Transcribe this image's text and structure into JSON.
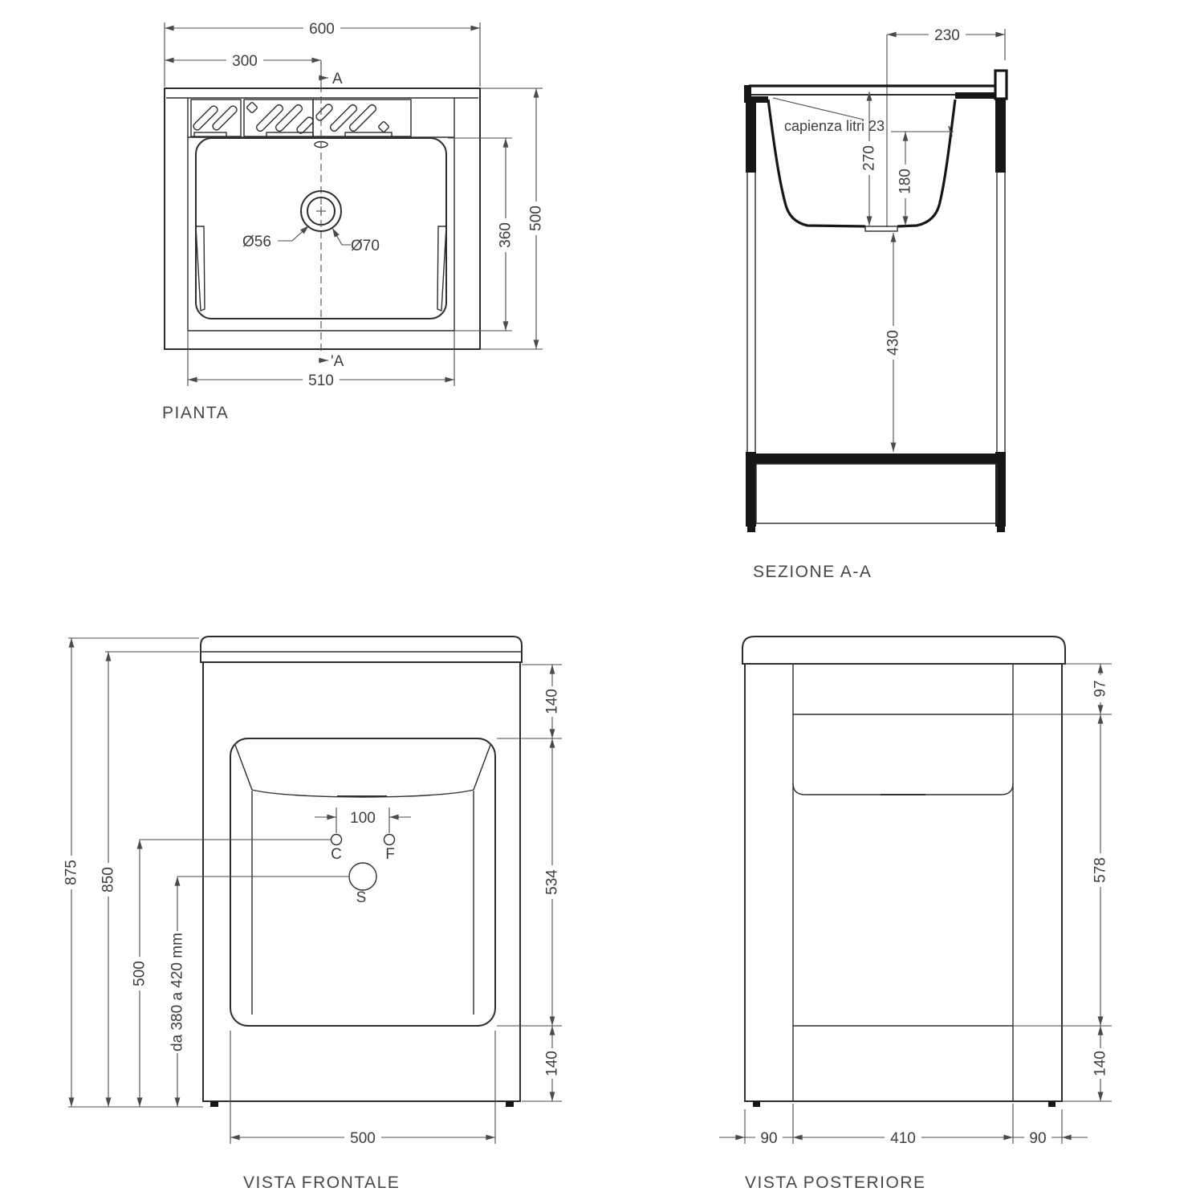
{
  "colors": {
    "line": "#2e2e2e",
    "dim_line": "#4a4a4a",
    "text": "#3d3d3d",
    "background": "#ffffff"
  },
  "views": {
    "pianta": {
      "label": "PIANTA",
      "section_arrow_top": "A",
      "section_arrow_bottom": "'A",
      "dims": {
        "total_width": "600",
        "half_width": "300",
        "total_depth": "500",
        "basin_depth": "360",
        "inner_width": "510",
        "drain_hole": "Ø56",
        "drain_flange": "Ø70"
      }
    },
    "sezione": {
      "label": "SEZIONE A-A",
      "capacity_note": "capienza litri 23",
      "dims": {
        "rim_offset": "230",
        "basin_height": "270",
        "inner_depth": "180",
        "under_clearance": "430"
      }
    },
    "frontale": {
      "label": "VISTA FRONTALE",
      "dims": {
        "total_height": "875",
        "body_height": "850",
        "tap_height": "500",
        "drain_height_range": "da 380 a 420 mm",
        "top_band": "140",
        "opening_height": "534",
        "bottom_band": "140",
        "opening_width": "500",
        "tap_spacing": "100"
      },
      "connections": {
        "cold": "C",
        "hot": "F",
        "drain": "S"
      }
    },
    "posteriore": {
      "label": "VISTA POSTERIORE",
      "dims": {
        "top_band": "97",
        "panel_height": "578",
        "bottom_band": "140",
        "left_offset": "90",
        "center_width": "410",
        "right_offset": "90"
      }
    }
  }
}
